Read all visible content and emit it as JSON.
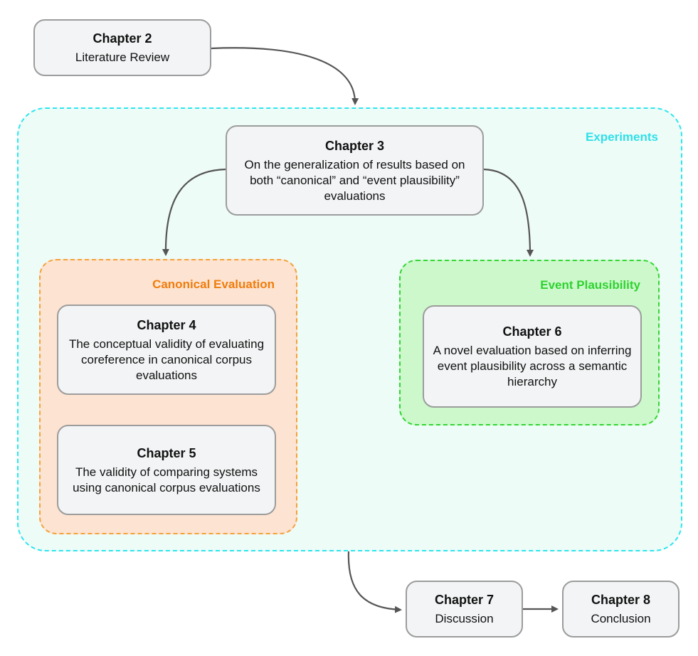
{
  "groups": {
    "experiments": "Experiments",
    "canonical": "Canonical Evaluation",
    "event": "Event Plausibility"
  },
  "chapters": {
    "ch2": {
      "title": "Chapter 2",
      "desc": "Literature Review"
    },
    "ch3": {
      "title": "Chapter 3",
      "desc": "On the generalization of results based on both “canonical” and “event plausibility” evaluations"
    },
    "ch4": {
      "title": "Chapter 4",
      "desc": "The conceptual validity of evaluating coreference in canonical corpus evaluations"
    },
    "ch5": {
      "title": "Chapter 5",
      "desc": "The validity of comparing systems using canonical corpus evaluations"
    },
    "ch6": {
      "title": "Chapter 6",
      "desc": "A novel evaluation based on inferring event plausibility across a semantic hierarchy"
    },
    "ch7": {
      "title": "Chapter 7",
      "desc": "Discussion"
    },
    "ch8": {
      "title": "Chapter 8",
      "desc": "Conclusion"
    }
  },
  "colors": {
    "experiments_border": "#2ce6ee",
    "canonical_border": "#f4a23a",
    "event_border": "#33d633",
    "box_fill": "#f2f4f5",
    "arrow": "#555555"
  }
}
